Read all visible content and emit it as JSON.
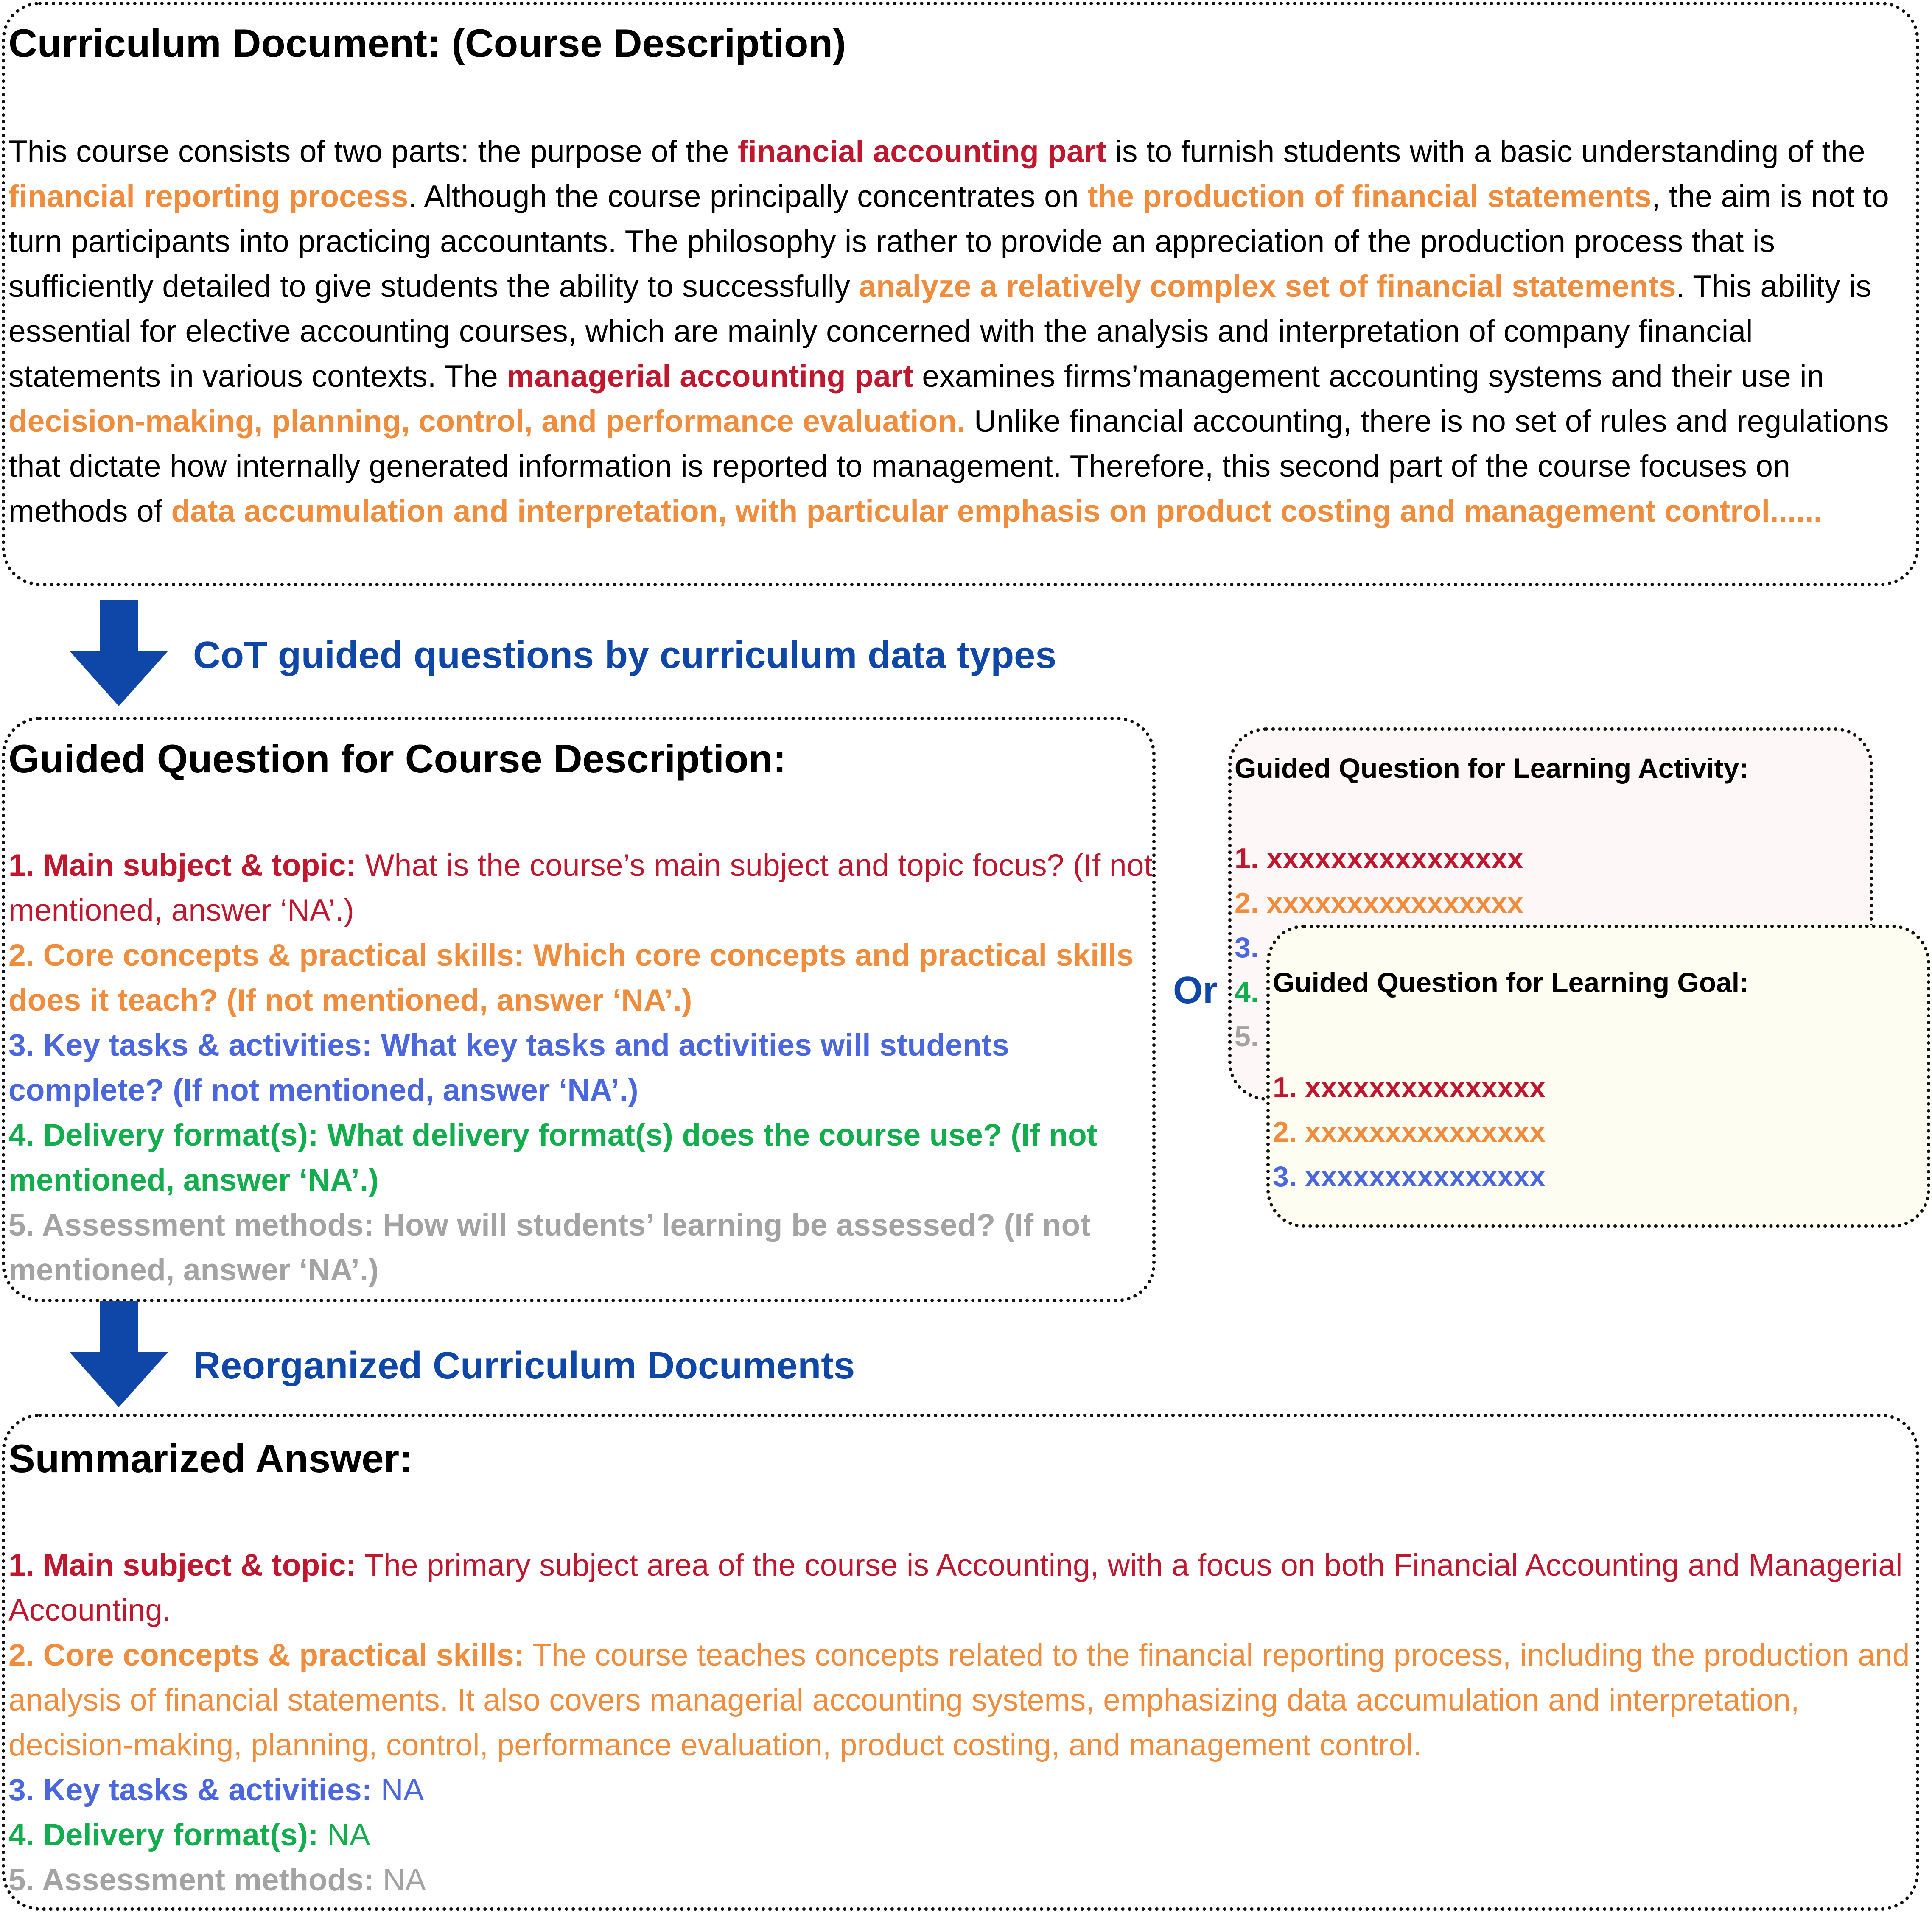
{
  "colors": {
    "red": "#c0172e",
    "orange": "#f08c3c",
    "blue": "#4a67e0",
    "green": "#12ad4d",
    "gray": "#a3a3a3",
    "arrow": "#0f47a8",
    "activity_bg": "#fdf7f7",
    "goal_bg": "#fefdf2"
  },
  "curriculum": {
    "title": "Curriculum Document: (Course Description)",
    "segments": [
      {
        "text": "This course consists of two parts: the purpose of the ",
        "style": "plain"
      },
      {
        "text": "financial accounting part",
        "style": "red-bold"
      },
      {
        "text": " is to furnish students with a basic understanding of the ",
        "style": "plain"
      },
      {
        "text": "financial reporting process",
        "style": "orange-bold"
      },
      {
        "text": ". Although the course principally concentrates on ",
        "style": "plain"
      },
      {
        "text": "the production of financial statements",
        "style": "orange-bold"
      },
      {
        "text": ", the aim is not to turn participants into practicing accountants. The philosophy is rather to provide an appreciation of the production process that is sufficiently detailed to give students the ability to successfully ",
        "style": "plain"
      },
      {
        "text": "analyze a relatively complex set of financial statements",
        "style": "orange-bold"
      },
      {
        "text": ". This ability is essential for elective accounting courses, which are mainly concerned with the analysis and interpretation of company financial statements in various contexts. The ",
        "style": "plain"
      },
      {
        "text": "managerial accounting part",
        "style": "red-bold"
      },
      {
        "text": " examines firms’management accounting systems and their use in ",
        "style": "plain"
      },
      {
        "text": "decision-making, planning, control, and performance evaluation.",
        "style": "orange-bold"
      },
      {
        "text": " Unlike financial accounting, there is no set of rules and regulations that dictate how internally generated information is reported to management. Therefore, this second part of the course focuses on methods of ",
        "style": "plain"
      },
      {
        "text": "data accumulation and interpretation, with particular emphasis on product costing and management control......",
        "style": "orange-bold"
      }
    ]
  },
  "arrow1": {
    "caption": "CoT guided questions by curriculum data types"
  },
  "arrow2": {
    "caption": "Reorganized Curriculum Documents"
  },
  "guided_course": {
    "title": "Guided Question for Course Description:",
    "items": [
      {
        "label": "1. Main subject & topic:",
        "text": " What is the course’s main subject and  topic focus? (If not mentioned, answer ‘NA’.)",
        "color": "red",
        "text_bold": false
      },
      {
        "label": "2. Core concepts & practical skills:",
        "text": " Which core concepts and practical skills does it teach? (If not mentioned, answer ‘NA’.)",
        "color": "orange",
        "text_bold": true
      },
      {
        "label": "3. Key tasks & activities:",
        "text": " What key tasks and activities will students complete? (If not mentioned, answer ‘NA’.)",
        "color": "blue",
        "text_bold": true
      },
      {
        "label": "4. Delivery format(s):",
        "text": " What delivery format(s) does the course use? (If not mentioned, answer ‘NA’.)",
        "color": "green",
        "text_bold": true
      },
      {
        "label": "5. Assessment methods:",
        "text": " How will students’ learning be assessed? (If not mentioned, answer ‘NA’.)",
        "color": "gray",
        "text_bold": true
      }
    ]
  },
  "or_label": "Or",
  "guided_activity": {
    "title": "Guided Question for Learning Activity:",
    "items": [
      {
        "text": "1. xxxxxxxxxxxxxxxx",
        "color": "red"
      },
      {
        "text": "2. xxxxxxxxxxxxxxxx",
        "color": "orange"
      },
      {
        "text": "3.",
        "color": "blue"
      },
      {
        "text": "4.",
        "color": "green"
      },
      {
        "text": "5.",
        "color": "gray"
      }
    ]
  },
  "guided_goal": {
    "title": "Guided Question for Learning Goal:",
    "items": [
      {
        "text": "1. xxxxxxxxxxxxxxx",
        "color": "red"
      },
      {
        "text": "2. xxxxxxxxxxxxxxx",
        "color": "orange"
      },
      {
        "text": "3. xxxxxxxxxxxxxxx",
        "color": "blue"
      }
    ]
  },
  "summary": {
    "title": "Summarized Answer:",
    "items": [
      {
        "label": "1. Main subject & topic:",
        "text": " The primary subject area of the course is Accounting, with a focus on both Financial Accounting and Managerial Accounting.",
        "color": "red"
      },
      {
        "label": "2. Core concepts & practical skills:",
        "text": " The course teaches concepts related to the financial reporting process, including the production and analysis of financial statements. It also covers managerial accounting systems, emphasizing data accumulation and interpretation, decision-making, planning, control, performance evaluation, product costing, and management control.",
        "color": "orange"
      },
      {
        "label": "3. Key tasks & activities:",
        "text": " NA",
        "color": "blue"
      },
      {
        "label": "4. Delivery format(s):",
        "text": " NA",
        "color": "green"
      },
      {
        "label": "5. Assessment methods:",
        "text": " NA",
        "color": "gray"
      }
    ]
  }
}
